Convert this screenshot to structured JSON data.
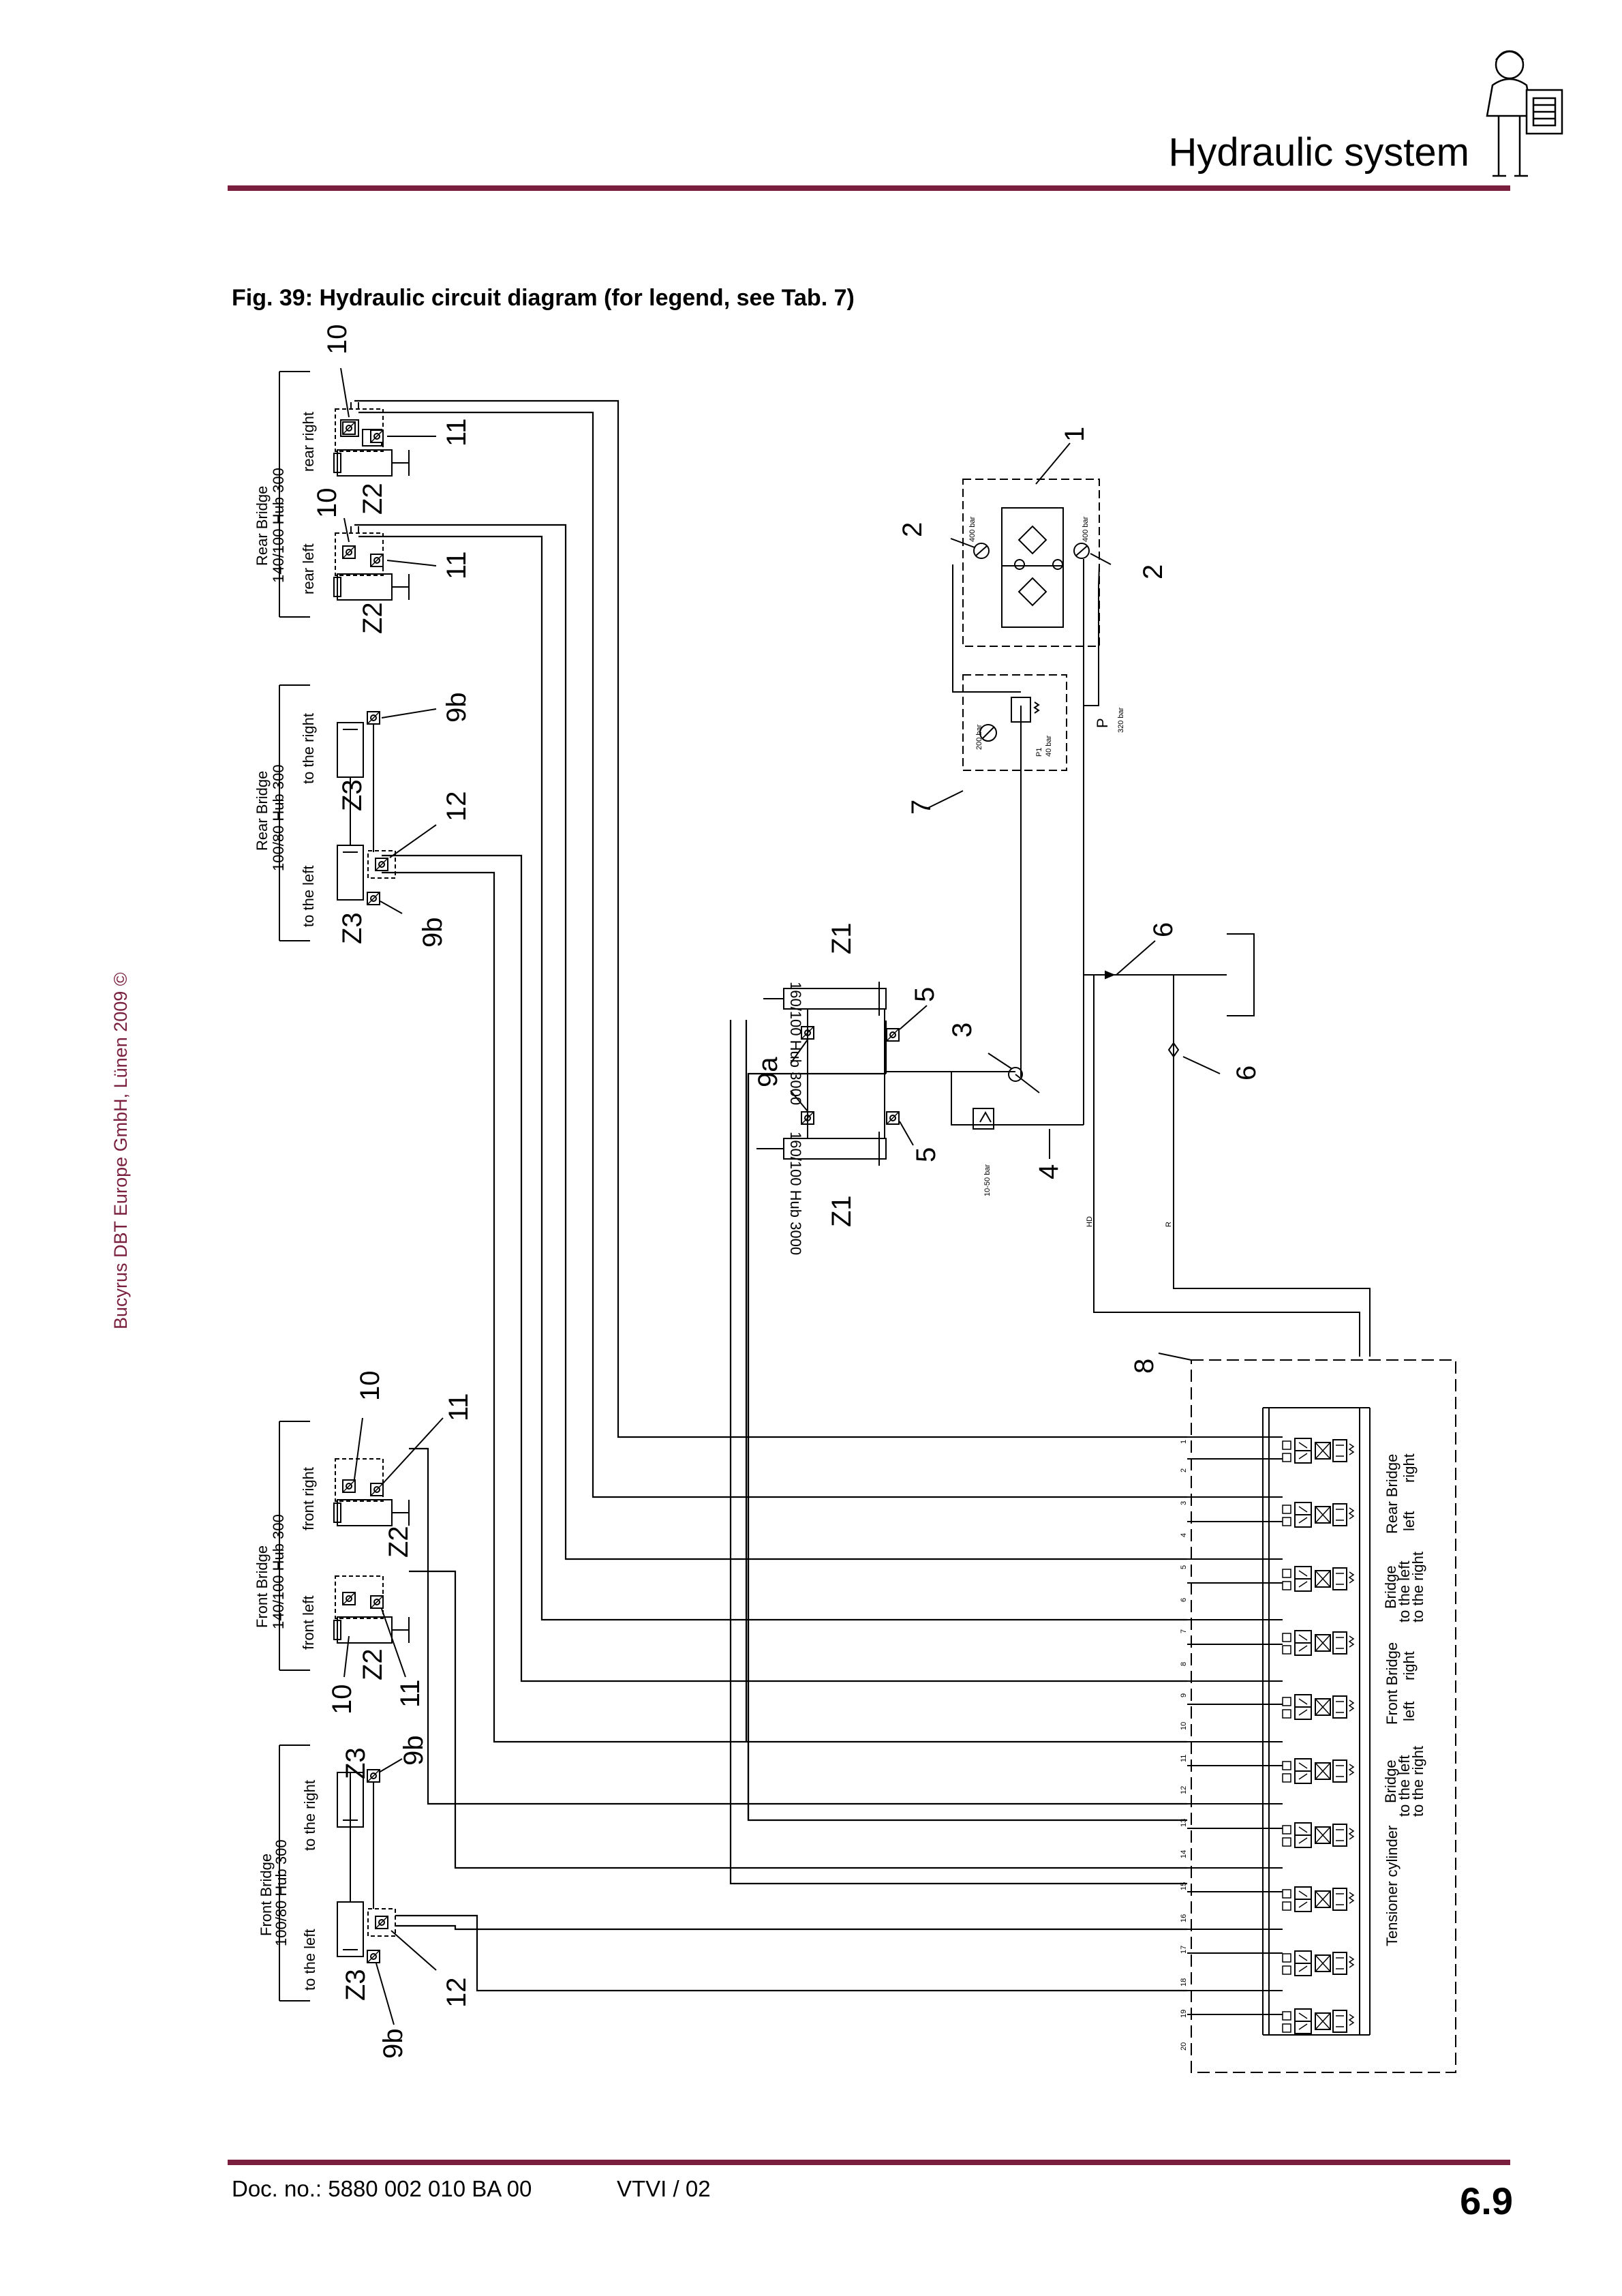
{
  "header": {
    "title": "Hydraulic system"
  },
  "figure": {
    "caption": "Fig. 39:  Hydraulic circuit diagram (for legend, see Tab. 7)"
  },
  "sidebar": {
    "copyright": "Bucyrus DBT Europe GmbH, Lünen 2009"
  },
  "footer": {
    "doc_no": "Doc. no.: 5880 002 010 BA 00",
    "version": "VTVI / 02",
    "page": "6.9"
  },
  "icons": {
    "logo": "worker-with-clipboard-icon"
  },
  "diagram": {
    "groups": {
      "rear_bridge_140": [
        "Rear Bridge",
        "140/100 Hub 300"
      ],
      "rear_bridge_100": [
        "Rear Bridge",
        "100/80 Hub 300"
      ],
      "front_bridge_140": [
        "Front Bridge",
        "140/100 Hub 300"
      ],
      "front_bridge_100": [
        "Front Bridge",
        "100/80 Hub 300"
      ]
    },
    "sides": {
      "rear_right": "rear right",
      "rear_left": "rear left",
      "to_the_right": "to the right",
      "to_the_left": "to the left",
      "front_right": "front right",
      "front_left": "front left"
    },
    "parts": {
      "p1": "1",
      "p2": "2",
      "p3": "3",
      "p4": "4",
      "p5": "5",
      "p6": "6",
      "p7": "7",
      "p8": "8",
      "p9a": "9a",
      "p9b": "9b",
      "p10": "10",
      "p11": "11",
      "p12": "12",
      "z1": "Z1",
      "z2": "Z2",
      "z3": "Z3"
    },
    "pressures": {
      "p400": "400 bar",
      "p320": "320 bar",
      "p200": "200 bar",
      "pmin": "10-50 bar",
      "p40": "40 bar",
      "label_p": "P",
      "label_p1": "P1"
    },
    "cylinder_spec": "160/100 Hub 3000",
    "line_tags": {
      "hd": "HD",
      "r": "R"
    },
    "valve_ports": [
      "1",
      "2",
      "3",
      "4",
      "5",
      "6",
      "7",
      "8",
      "9",
      "10",
      "11",
      "12",
      "13",
      "14",
      "15",
      "16",
      "17",
      "18",
      "19",
      "20"
    ],
    "valve_groups": {
      "rear": [
        "Rear Bridge",
        "left",
        "right"
      ],
      "bridge_rear": [
        "Bridge",
        "to the left",
        "to the right"
      ],
      "front": [
        "Front Bridge",
        "left",
        "right"
      ],
      "bridge_front": [
        "Bridge",
        "to the left",
        "to the right"
      ],
      "tensioner": "Tensioner cylinder"
    }
  }
}
